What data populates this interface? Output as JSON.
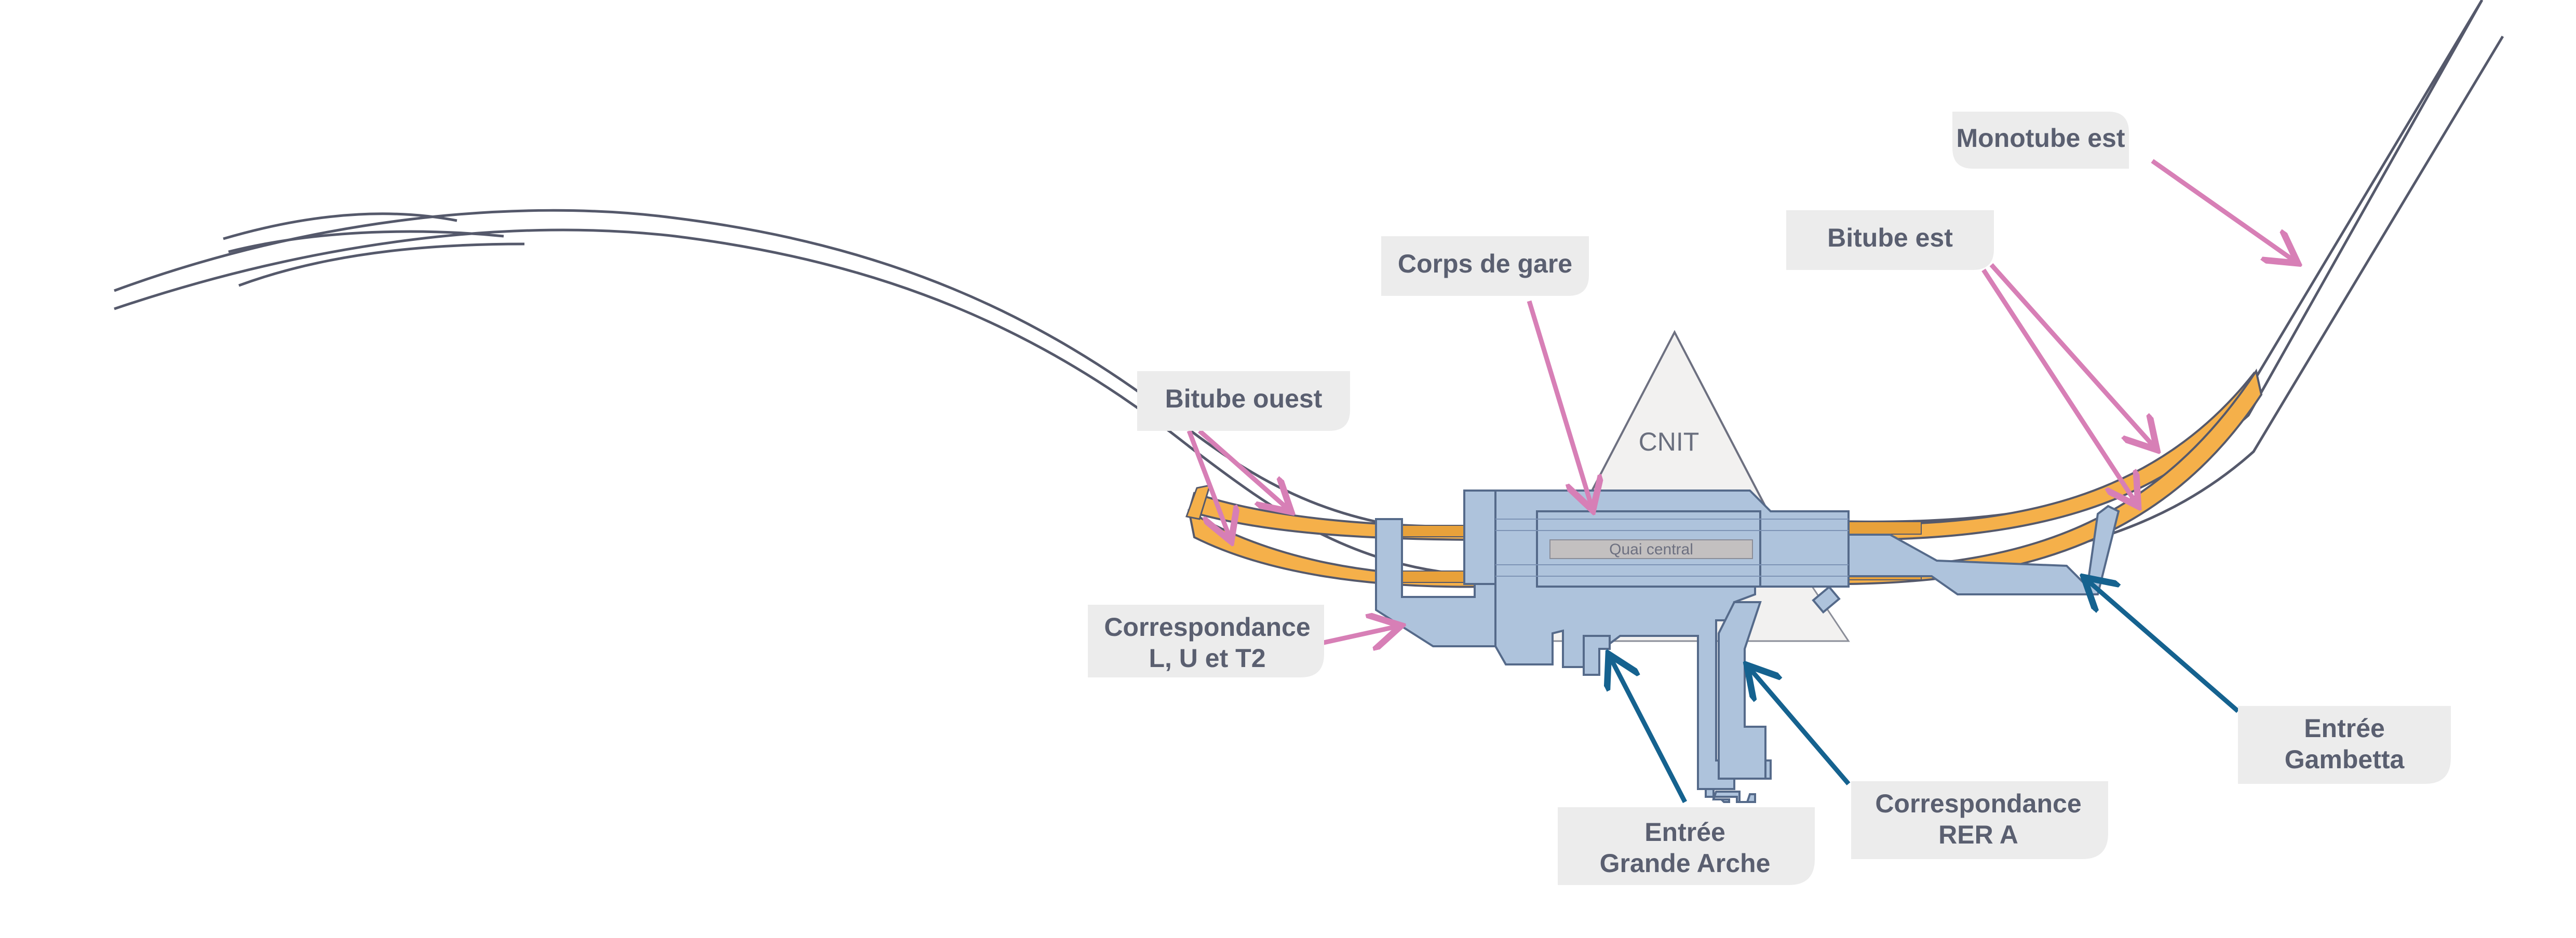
{
  "colors": {
    "track_outline": "#55596b",
    "tunnel_fill": "#f5b04a",
    "station_fill": "#aec3dc",
    "station_stroke": "#556a8a",
    "pink_arrow": "#d77fb6",
    "blue_arrow": "#15628f",
    "label_box": "#ececec",
    "label_text": "#5a5f70",
    "cnit_fill": "#f2f1f0",
    "quai_fill": "#c3c0c0"
  },
  "landmarks": {
    "cnit": "CNIT",
    "quai": "Quai central"
  },
  "labels": {
    "monotube_est": "Monotube est",
    "bitube_est": "Bitube est",
    "corps_de_gare": "Corps de gare",
    "bitube_ouest": "Bitube ouest",
    "correspondance_lut2": [
      "Correspondance",
      "L, U et T2"
    ],
    "entree_grande_arche": [
      "Entrée",
      "Grande Arche"
    ],
    "correspondance_rer_a": [
      "Correspondance",
      "RER A"
    ],
    "entree_gambetta": [
      "Entrée",
      "Gambetta"
    ]
  },
  "arrow_kinds": {
    "pink": "structure element",
    "blue": "access / connection"
  }
}
